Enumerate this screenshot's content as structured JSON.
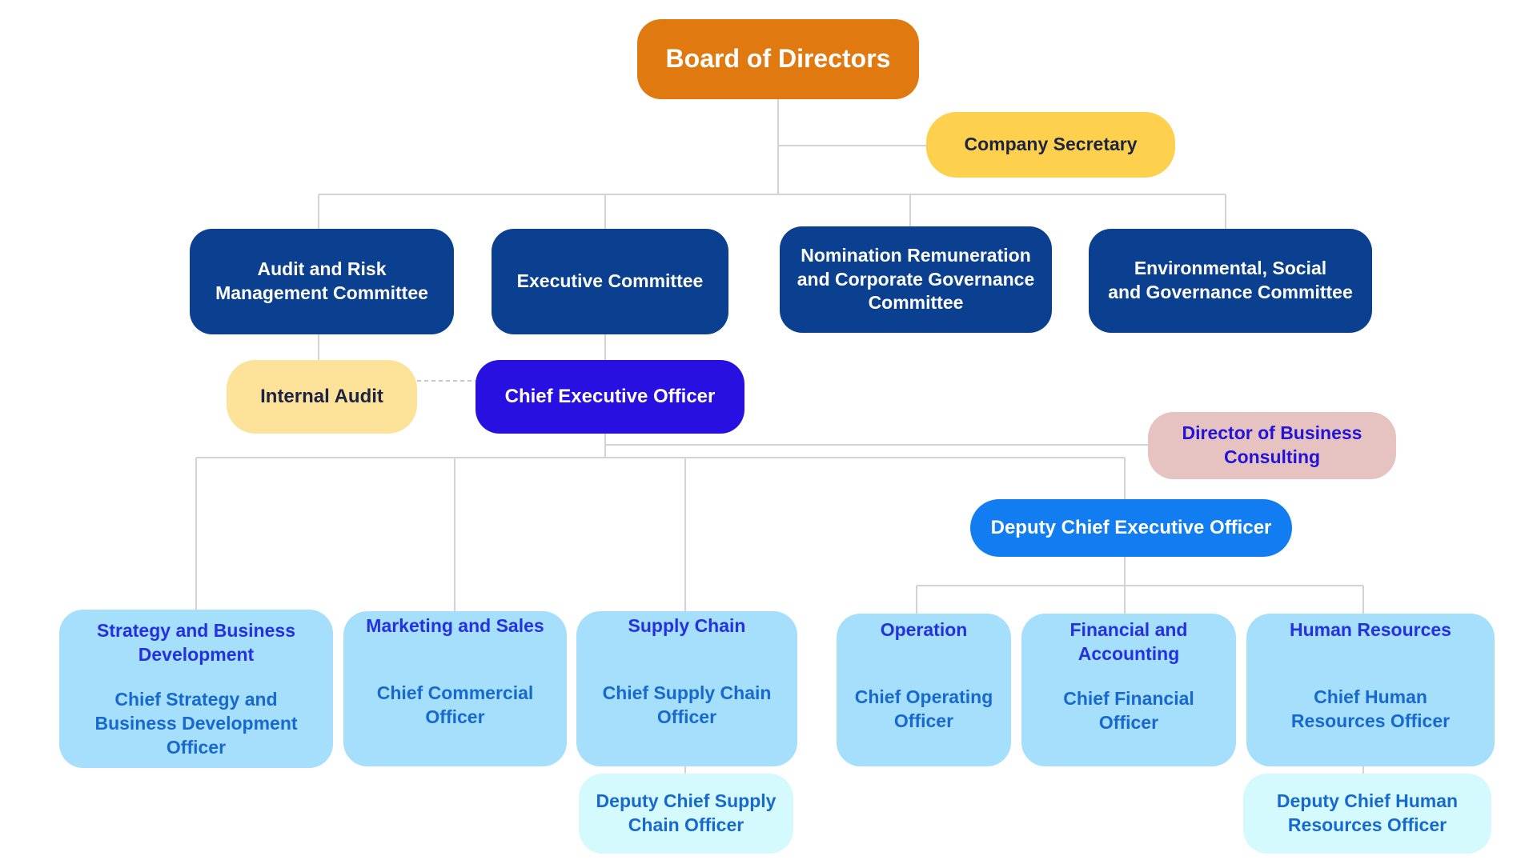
{
  "board": "Board of Directors",
  "company_secretary": "Company Secretary",
  "committees": {
    "audit_risk": [
      "Audit and Risk",
      "Management Committee"
    ],
    "executive": [
      "Executive Committee"
    ],
    "nomination": [
      "Nomination Remuneration",
      "and Corporate Governance",
      "Committee"
    ],
    "esg": [
      "Environmental, Social",
      "and Governance Committee"
    ]
  },
  "internal_audit": "Internal Audit",
  "ceo": "Chief Executive Officer",
  "director_business_consulting": [
    "Director of Business",
    "Consulting"
  ],
  "deputy_ceo": "Deputy Chief Executive Officer",
  "departments": {
    "strategy": {
      "title": [
        "Strategy and Business",
        "Development"
      ],
      "officer": [
        "Chief Strategy and",
        "Business Development",
        "Officer"
      ]
    },
    "marketing": {
      "title": [
        "Marketing and Sales"
      ],
      "officer": [
        "Chief Commercial",
        "Officer"
      ]
    },
    "supply_chain": {
      "title": [
        "Supply Chain"
      ],
      "officer": [
        "Chief Supply Chain",
        "Officer"
      ]
    },
    "operation": {
      "title": [
        "Operation"
      ],
      "officer": [
        "Chief Operating",
        "Officer"
      ]
    },
    "finance": {
      "title": [
        "Financial and",
        "Accounting"
      ],
      "officer": [
        "Chief Financial",
        "Officer"
      ]
    },
    "hr": {
      "title": [
        "Human Resources"
      ],
      "officer": [
        "Chief Human",
        "Resources Officer"
      ]
    }
  },
  "deputies": {
    "supply_chain": [
      "Deputy Chief Supply",
      "Chain Officer"
    ],
    "hr": [
      "Deputy Chief Human",
      "Resources Officer"
    ]
  }
}
